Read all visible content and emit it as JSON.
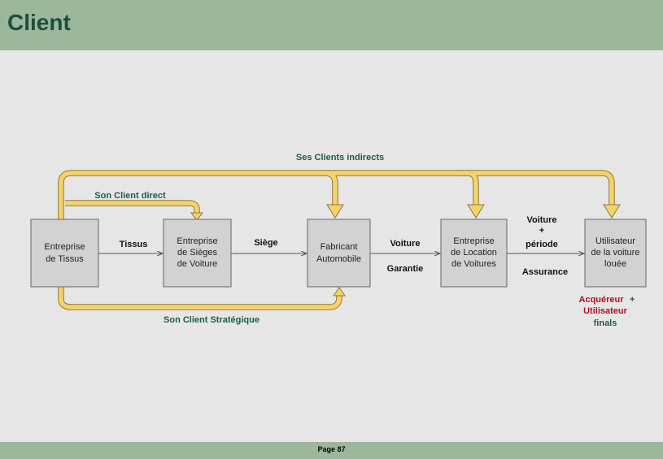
{
  "header": {
    "title": "Client"
  },
  "footer": {
    "page": "Page 87"
  },
  "diagram": {
    "nodes": {
      "fabric_co": [
        "Entreprise",
        "de Tissus"
      ],
      "seat_co": [
        "Entreprise",
        "de Sièges",
        "de Voiture"
      ],
      "car_maker": [
        "Fabricant",
        "Automobile"
      ],
      "rental_co": [
        "Entreprise",
        "de Location",
        "de Voitures"
      ],
      "end_user": [
        "Utilisateur",
        "de la voiture",
        "louée"
      ]
    },
    "edges": {
      "tissus": "Tissus",
      "siege": "Siège",
      "voiture": "Voiture",
      "garantie": "Garantie",
      "voiture2": "Voiture",
      "plus": "+",
      "periode": "période",
      "assurance": "Assurance"
    },
    "relations": {
      "indirect": "Ses Clients indirects",
      "direct": "Son Client direct",
      "strategic": "Son Client Stratégique"
    },
    "final_note": {
      "acquereur": "Acquéreur",
      "plus": "+",
      "utilisateur": "Utilisateur",
      "finals": "finals"
    },
    "colors": {
      "gold": "#f5d36a",
      "header": "#9cb89c",
      "title": "#1f4d3d",
      "red": "#b0121a",
      "teal": "#1f5a4d"
    }
  }
}
